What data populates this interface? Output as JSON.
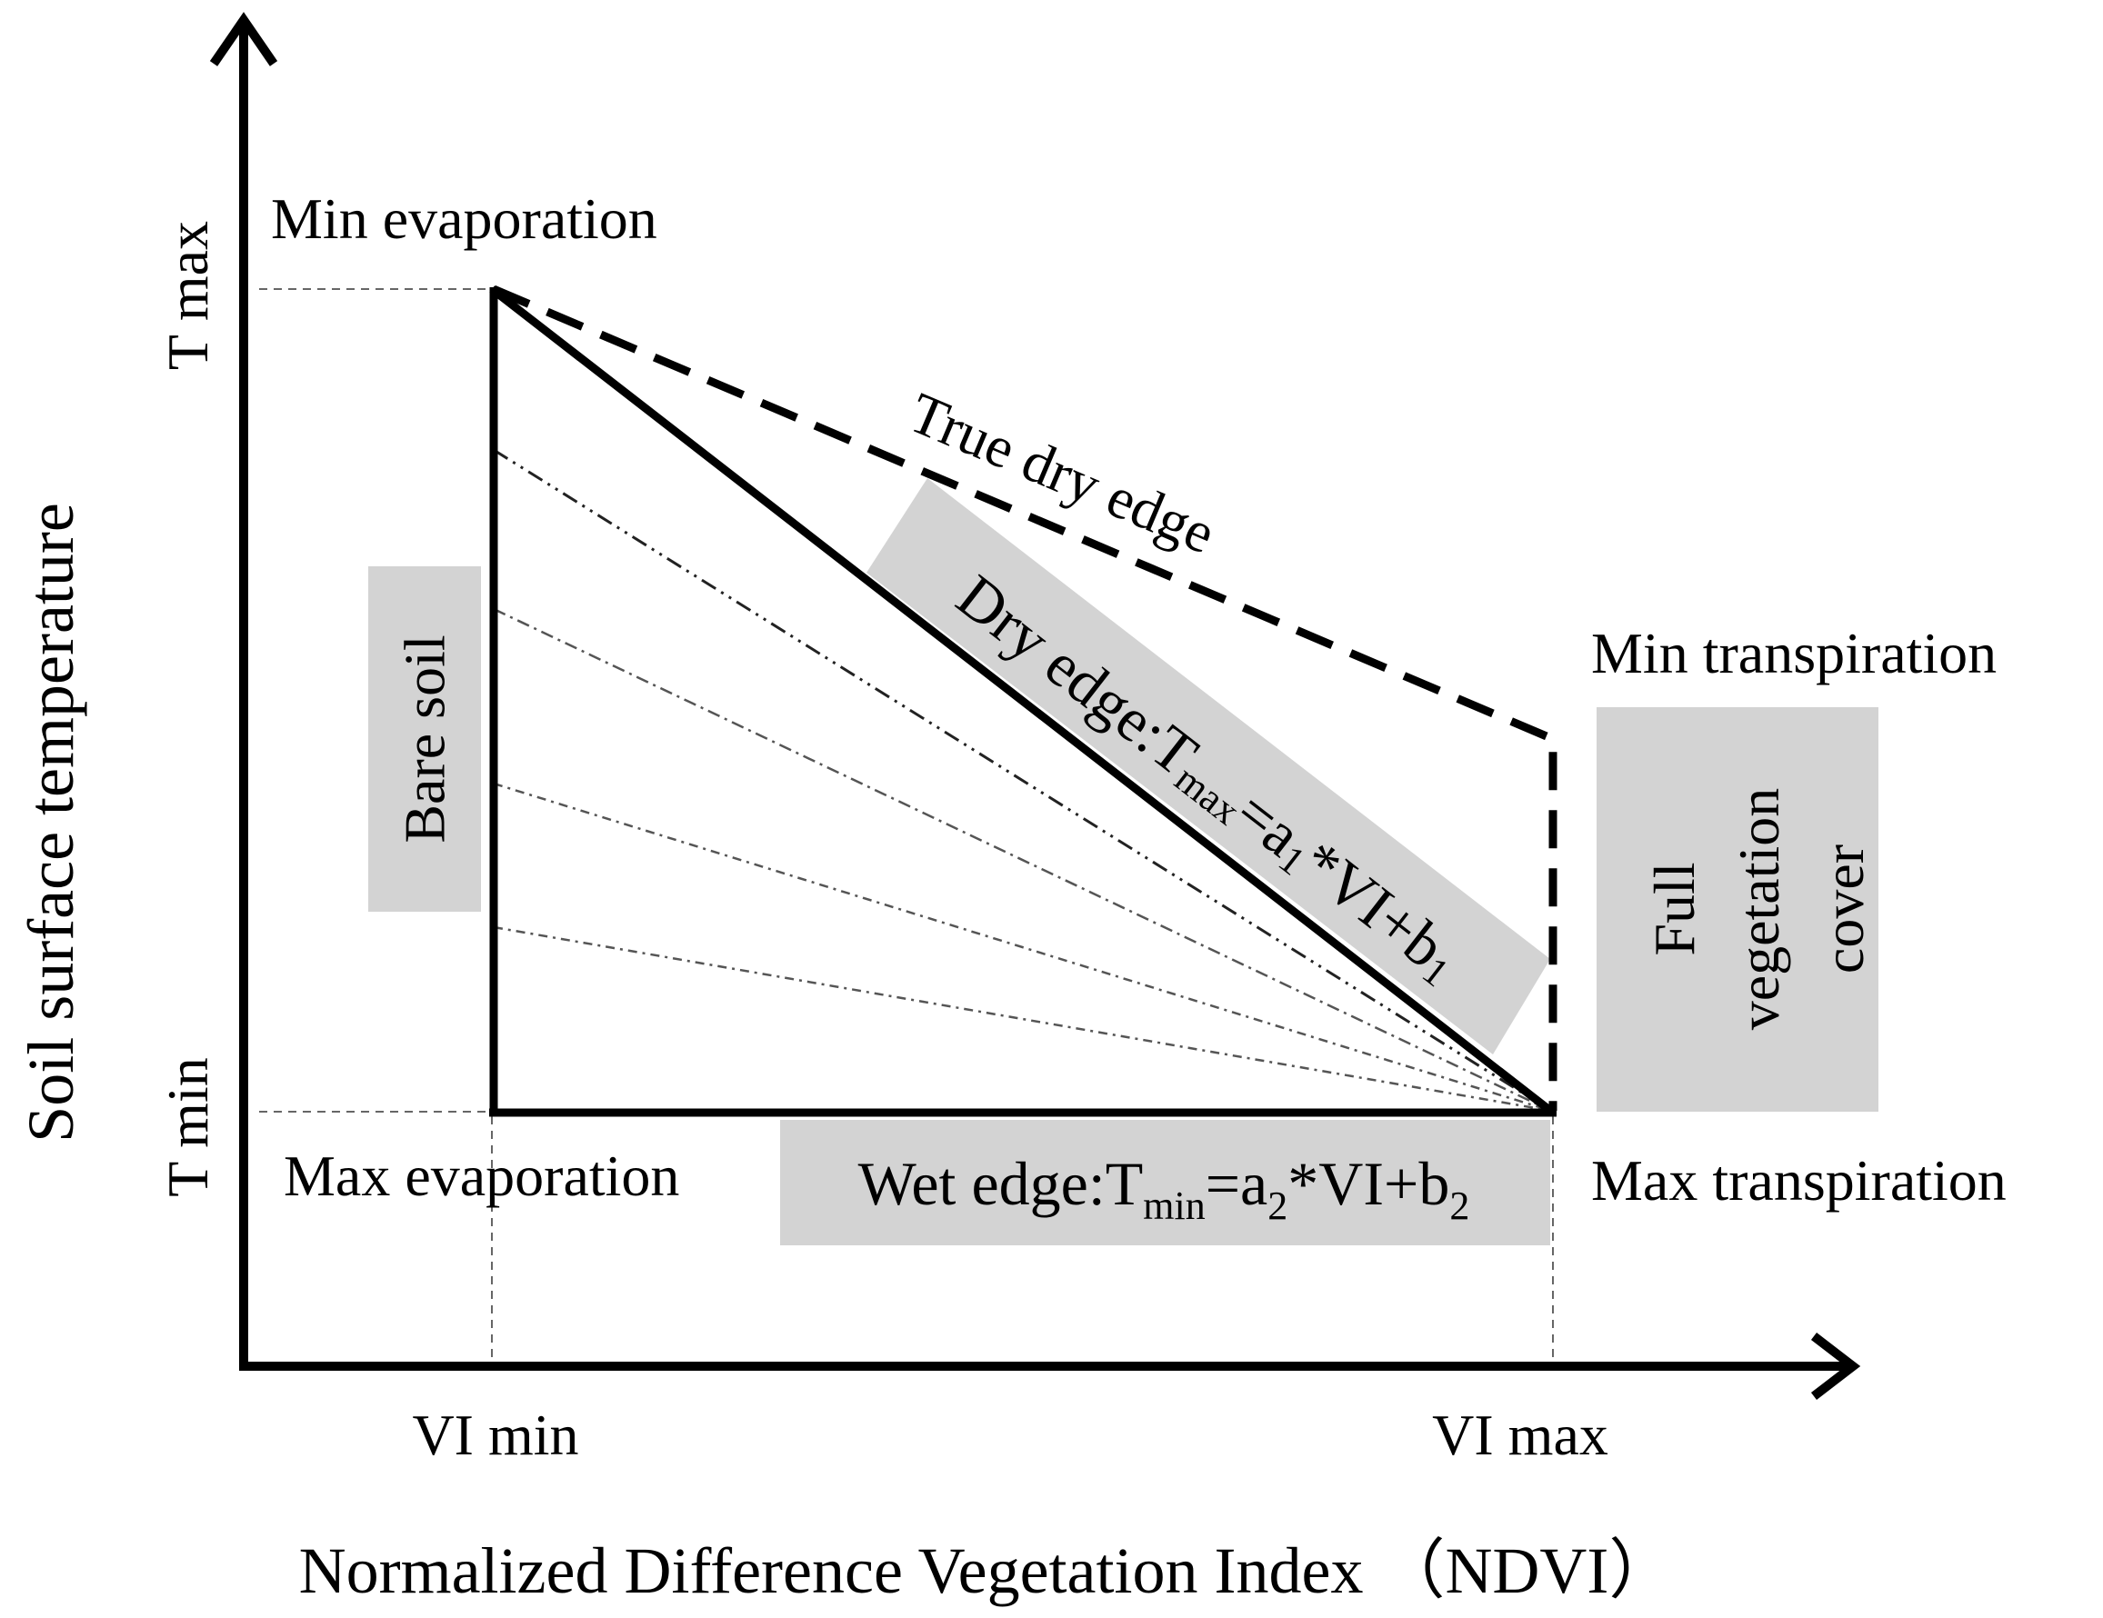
{
  "axes": {
    "x_title": "Normalized Difference Vegetation Index （NDVI）",
    "y_title": "Soil surface temperature",
    "x_ticks": {
      "min": "VI min",
      "max": "VI max"
    },
    "y_ticks": {
      "max": "T max",
      "min": "T min"
    }
  },
  "labels": {
    "min_evaporation": "Min evaporation",
    "max_evaporation": "Max evaporation",
    "min_transpiration": "Min transpiration",
    "max_transpiration": "Max transpiration",
    "true_dry_edge": "True dry edge",
    "bare_soil": "Bare soil",
    "full_vegetation_line1": "Full",
    "full_vegetation_line2": "vegetation",
    "full_vegetation_line3": "cover"
  },
  "equations": {
    "dry_edge": {
      "prefix": "Dry edge:T",
      "sub1": "max",
      "mid": "=a",
      "sub2": "1",
      "mid2": "*VI+b",
      "sub3": "1"
    },
    "wet_edge": {
      "prefix": "Wet edge:T",
      "sub1": "min",
      "mid": "=a",
      "sub2": "2",
      "mid2": "*VI+b",
      "sub3": "2"
    }
  },
  "colors": {
    "line": "#000000",
    "box_fill": "#d3d3d3",
    "guide": "#555555"
  }
}
